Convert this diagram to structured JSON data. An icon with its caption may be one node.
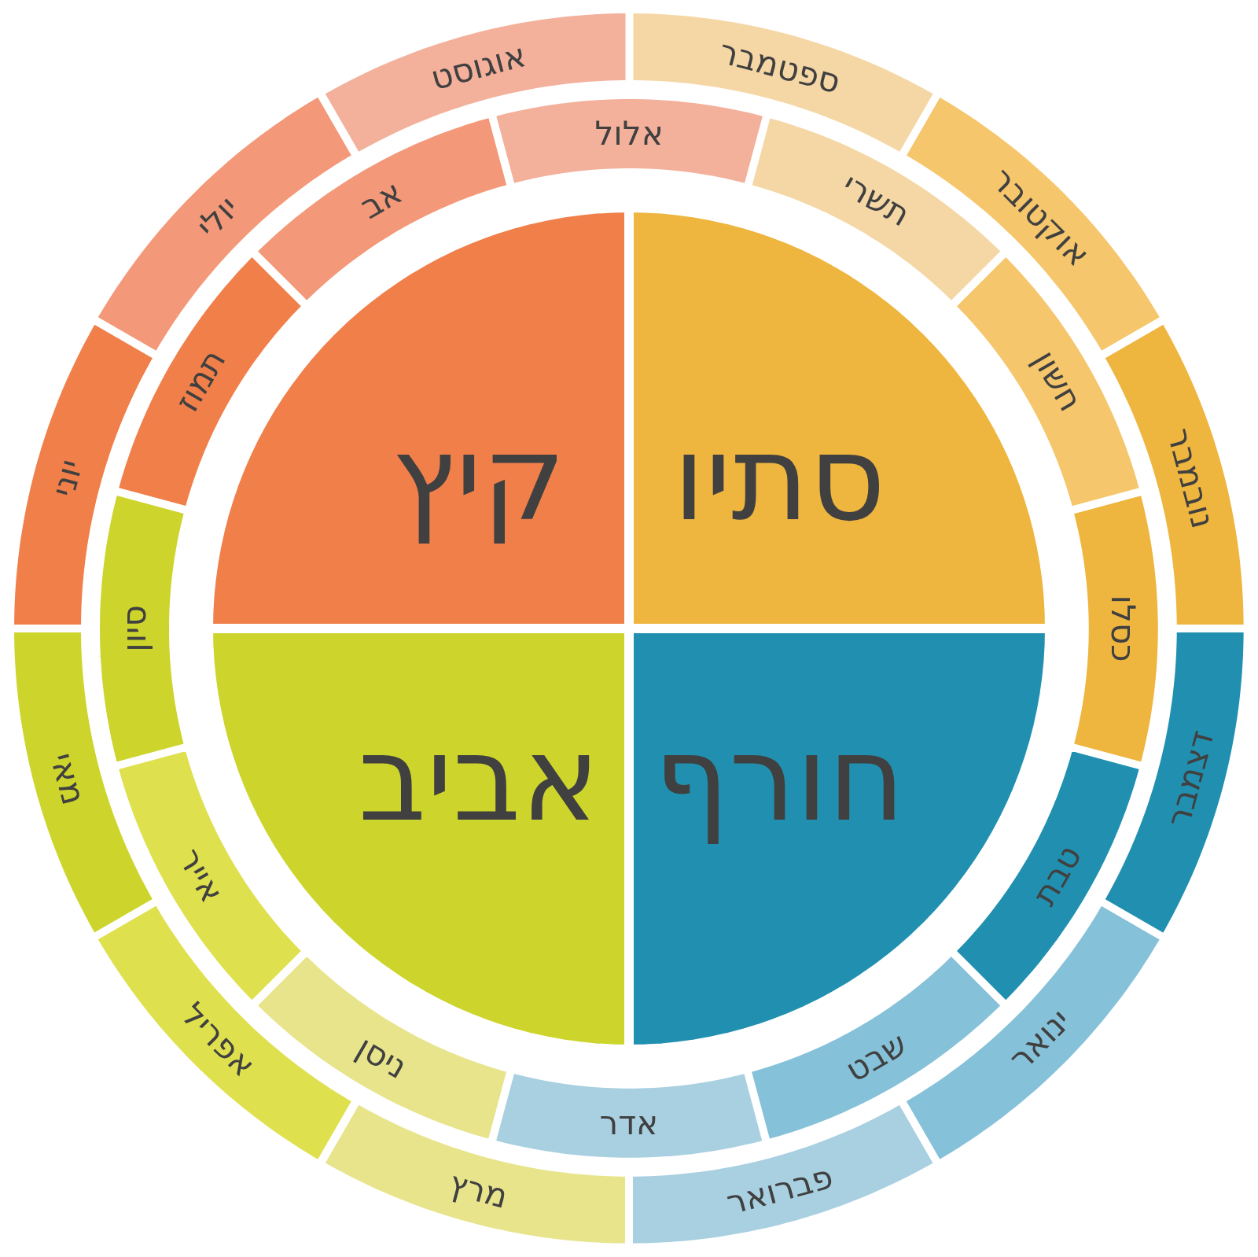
{
  "diagram": {
    "nodes": [
      {
        "text": [
          "קיץ"
        ]
      },
      {
        "text": [
          "סתיו"
        ]
      },
      {
        "text": [
          "אביב"
        ]
      },
      {
        "text": [
          "חורף"
        ]
      },
      {
        "text": [
          "נובמבר"
        ]
      },
      {
        "text": [
          "אוקטובר"
        ]
      },
      {
        "text": [
          "ספטמבר"
        ]
      },
      {
        "text": [
          "אוגוסט"
        ]
      },
      {
        "text": [
          "יולי"
        ]
      },
      {
        "text": [
          "יוני"
        ]
      },
      {
        "text": [
          "מאי"
        ]
      },
      {
        "text": [
          "אפריל"
        ]
      },
      {
        "text": [
          "מרץ"
        ]
      },
      {
        "text": [
          "פברואר"
        ]
      },
      {
        "text": [
          "ינואר"
        ]
      },
      {
        "text": [
          "דצמבר"
        ]
      },
      {
        "text": [
          "כסלו"
        ]
      },
      {
        "text": [
          "חשון"
        ]
      },
      {
        "text": [
          "תשרי"
        ]
      },
      {
        "text": [
          "אלול"
        ]
      },
      {
        "text": [
          "אב"
        ]
      },
      {
        "text": [
          "תמוז"
        ]
      },
      {
        "text": [
          "סיון"
        ]
      },
      {
        "text": [
          "אייר"
        ]
      },
      {
        "text": [
          "ניסן"
        ]
      },
      {
        "text": [
          "אדר"
        ]
      },
      {
        "text": [
          "שבט"
        ]
      },
      {
        "text": [
          "טבת"
        ]
      }
    ]
  }
}
